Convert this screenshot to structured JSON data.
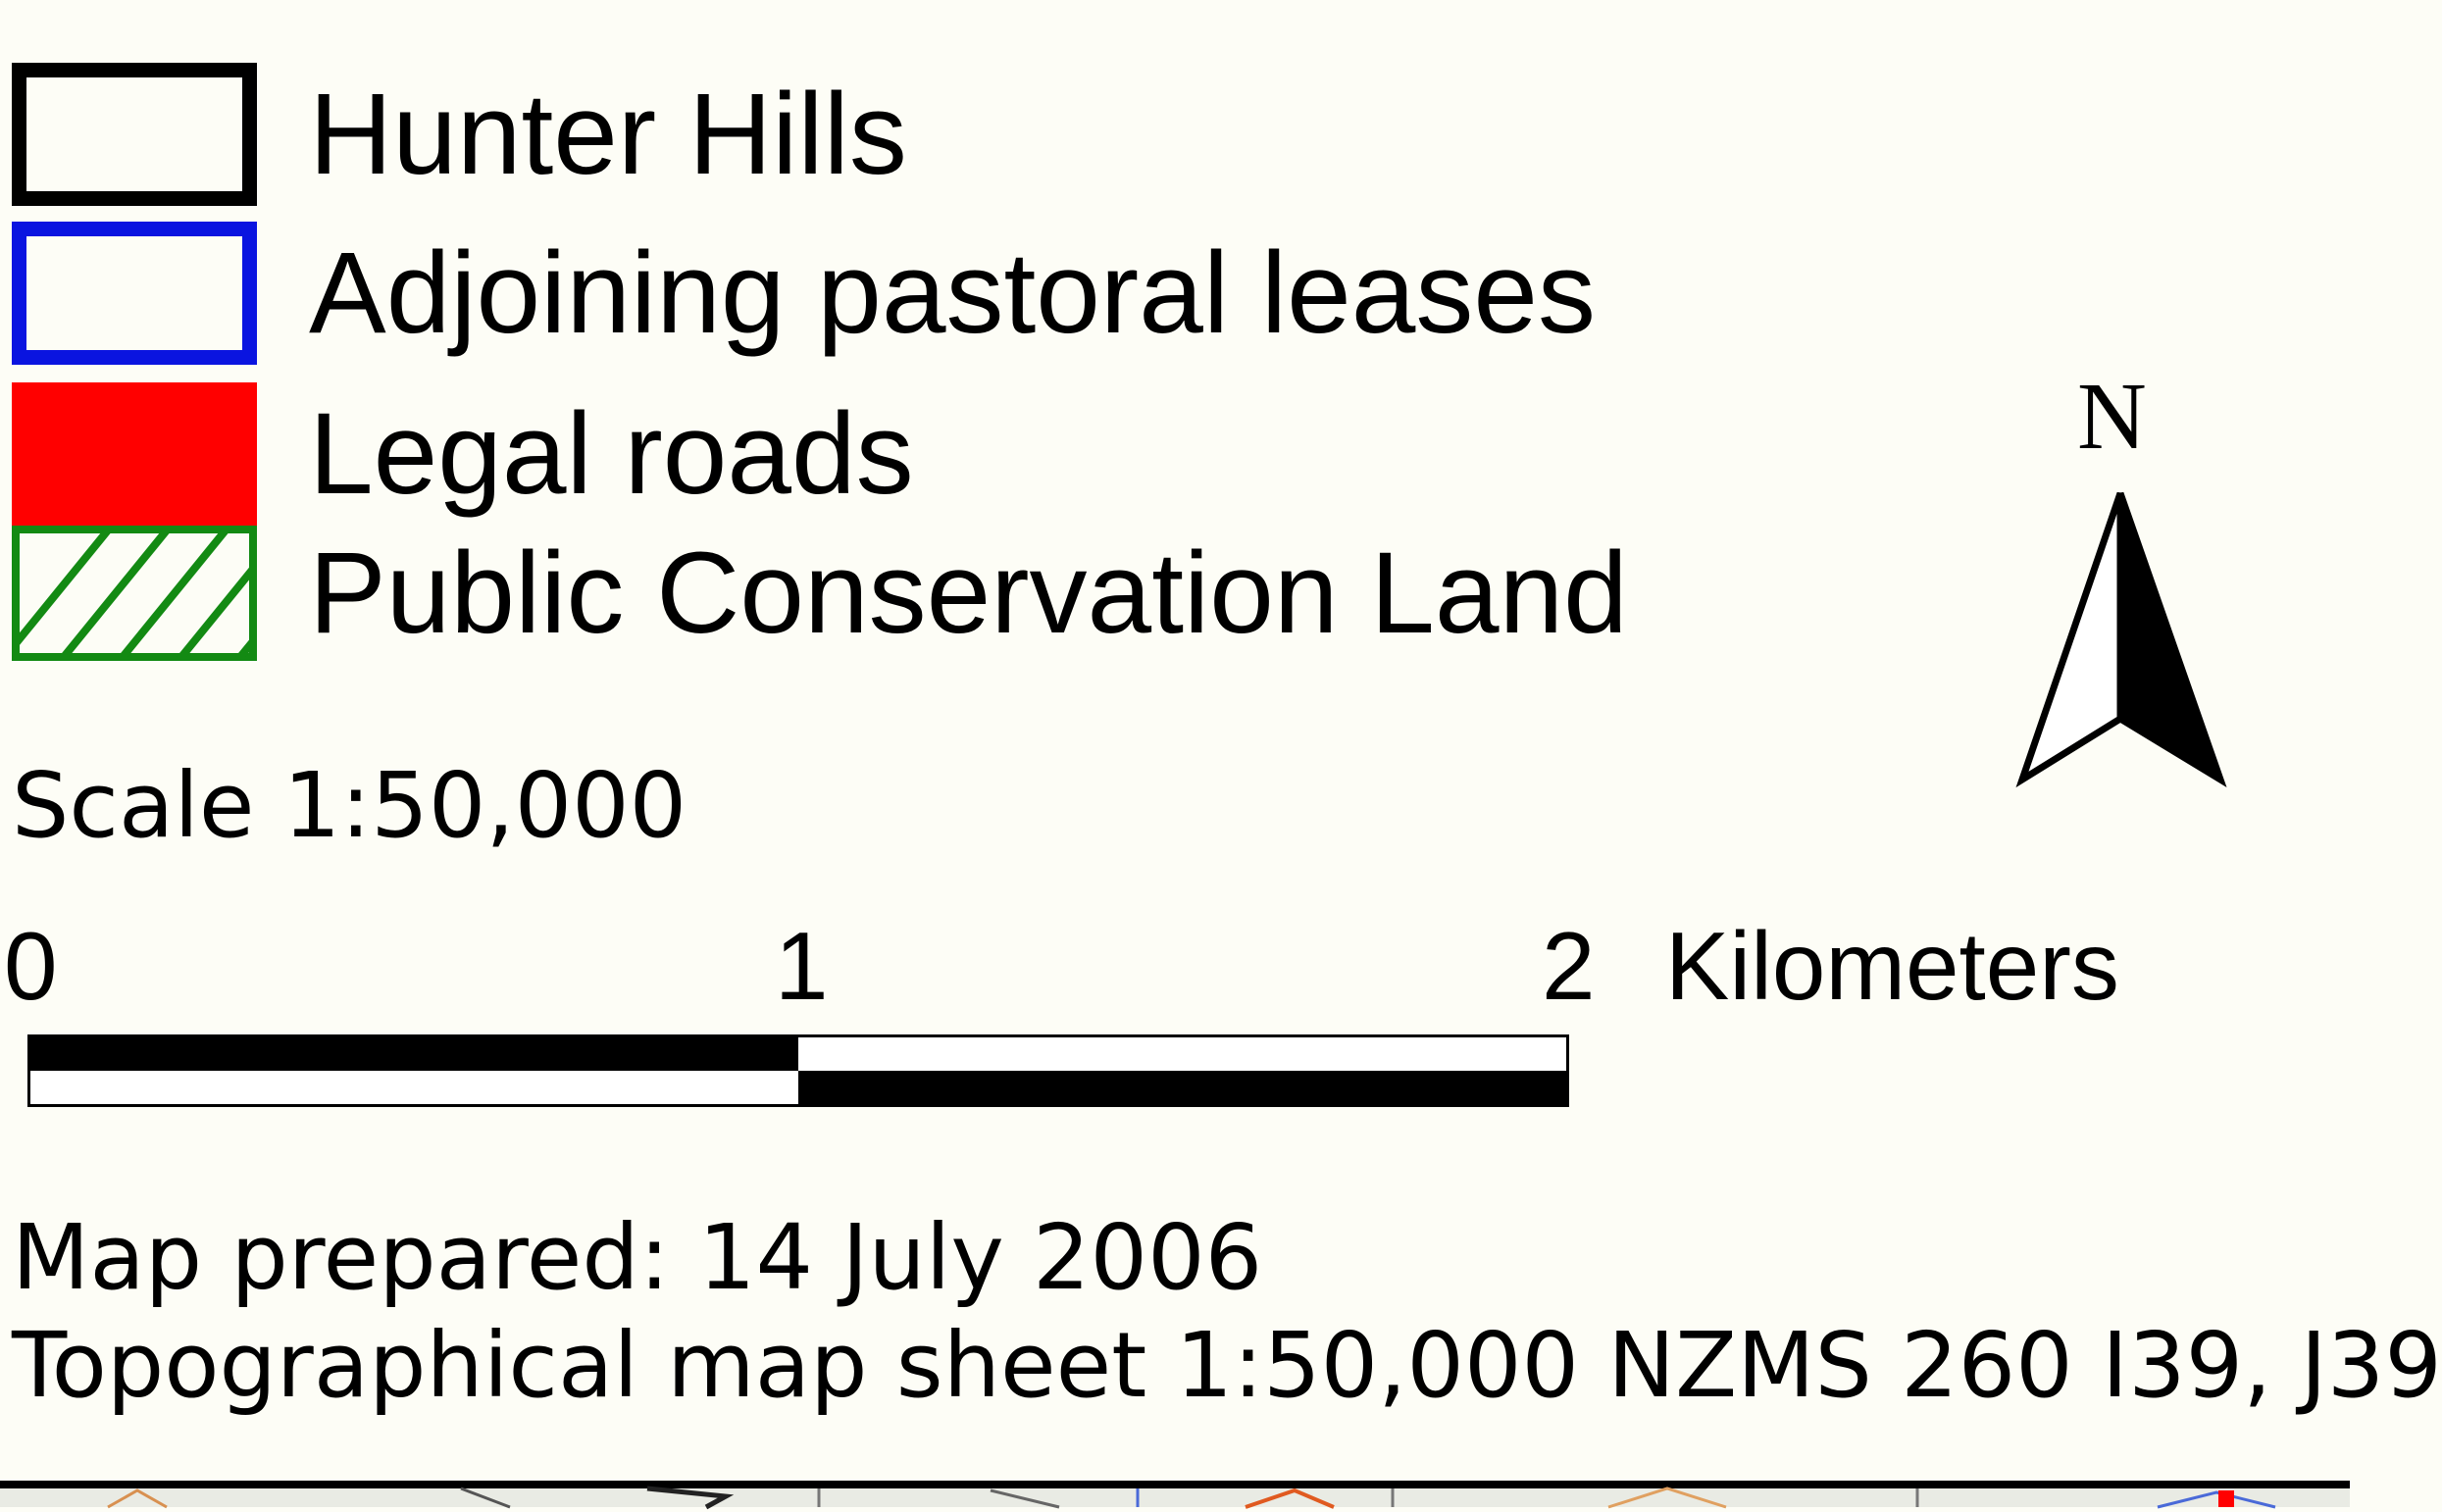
{
  "legend": {
    "items": [
      {
        "label": "Hunter Hills",
        "symbol": "black-outline-box"
      },
      {
        "label": "Adjoining pastoral leases",
        "symbol": "blue-outline-box"
      },
      {
        "label": "Legal roads",
        "symbol": "red-filled-box"
      },
      {
        "label": "Public Conservation Land",
        "symbol": "green-hatched-box"
      }
    ]
  },
  "scale": {
    "text": "Scale 1:50,000",
    "bar_labels": [
      "0",
      "1",
      "2"
    ],
    "unit": "Kilometers"
  },
  "north_arrow": {
    "letter": "N",
    "icon": "north-arrow-icon"
  },
  "footer": {
    "prepared": "Map prepared:  14 July 2006",
    "topo_sheet": "Topographical map sheet 1:50,000 NZMS 260  I39, J39"
  },
  "colors": {
    "background": "#fdfdf6",
    "hunter_hills_outline": "#000000",
    "pastoral_leases_outline": "#0a14e0",
    "legal_roads_fill": "#ff0000",
    "conservation_hatch": "#138a13"
  }
}
